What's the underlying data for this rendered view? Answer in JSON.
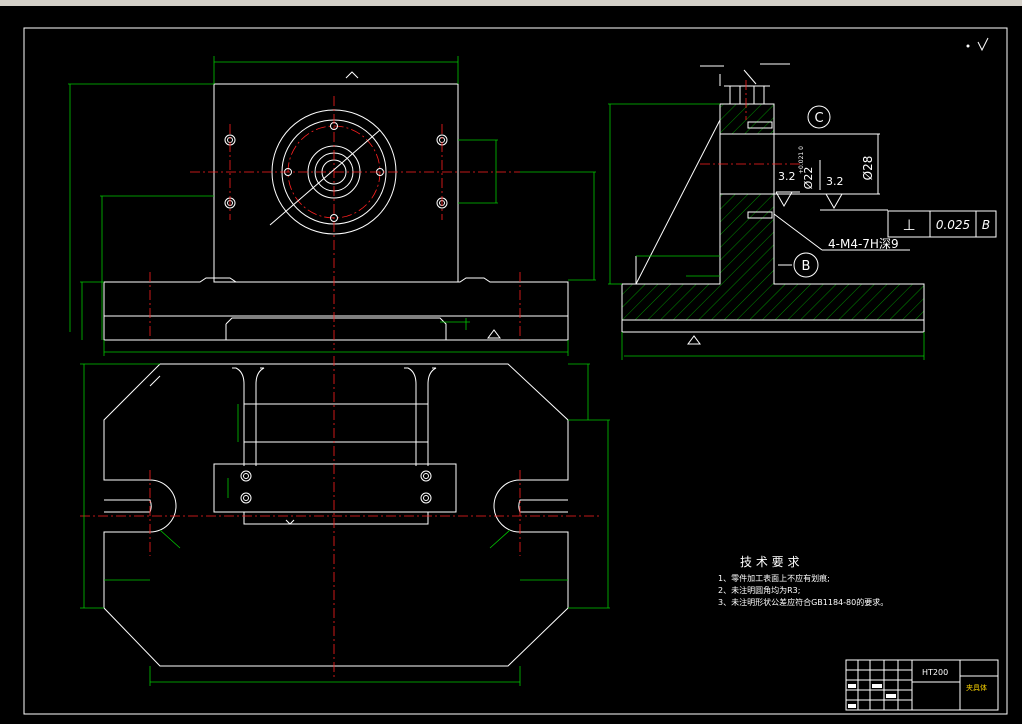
{
  "drawing": {
    "side_view": {
      "datum_c": "C",
      "datum_b": "B",
      "diameter_label": "Ø28",
      "bore_label": "Ø22",
      "bore_tol": "+0.021 0",
      "roughness_1": "3.2",
      "roughness_2": "3.2",
      "thread_note": "4-M4-7H深9",
      "fcf_symbol": "⊥",
      "fcf_value": "0.025",
      "fcf_datum": "B"
    },
    "tech_requirements": {
      "title": "技 术 要 求",
      "items": [
        "1、零件加工表面上不应有划痕;",
        "2、未注明圆角均为R3;",
        "3、未注明形状公差应符合GB1184-80的要求。"
      ]
    },
    "title_block": {
      "material": "HT200",
      "part_name": "夹具体"
    }
  },
  "colors": {
    "background": "#000000",
    "outline": "#ffffff",
    "dimension": "#00c800",
    "centerline": "#ff2020",
    "title_accent": "#ffd700"
  }
}
